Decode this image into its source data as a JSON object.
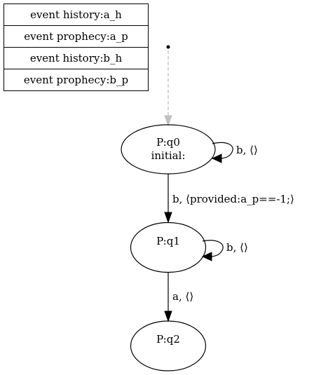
{
  "events_table": {
    "rows": [
      {
        "label": "event history:a_h"
      },
      {
        "label": "event prophecy:a_p"
      },
      {
        "label": "event history:b_h"
      },
      {
        "label": "event prophecy:b_p"
      }
    ]
  },
  "states": {
    "q0": {
      "name": "P:q0",
      "sublabel": "initial:"
    },
    "q1": {
      "name": "P:q1"
    },
    "q2": {
      "name": "P:q2"
    }
  },
  "transitions": {
    "q0_self": {
      "label": "b, ⟨⟩"
    },
    "q0_q1": {
      "label": "b, ⟨provided:a_p==-1;⟩"
    },
    "q1_self": {
      "label": "b, ⟨⟩"
    },
    "q1_q2": {
      "label": "a, ⟨⟩"
    }
  },
  "colors": {
    "line": "#000000",
    "initial_arrow": "#c0c0c0",
    "background": "#ffffff"
  }
}
